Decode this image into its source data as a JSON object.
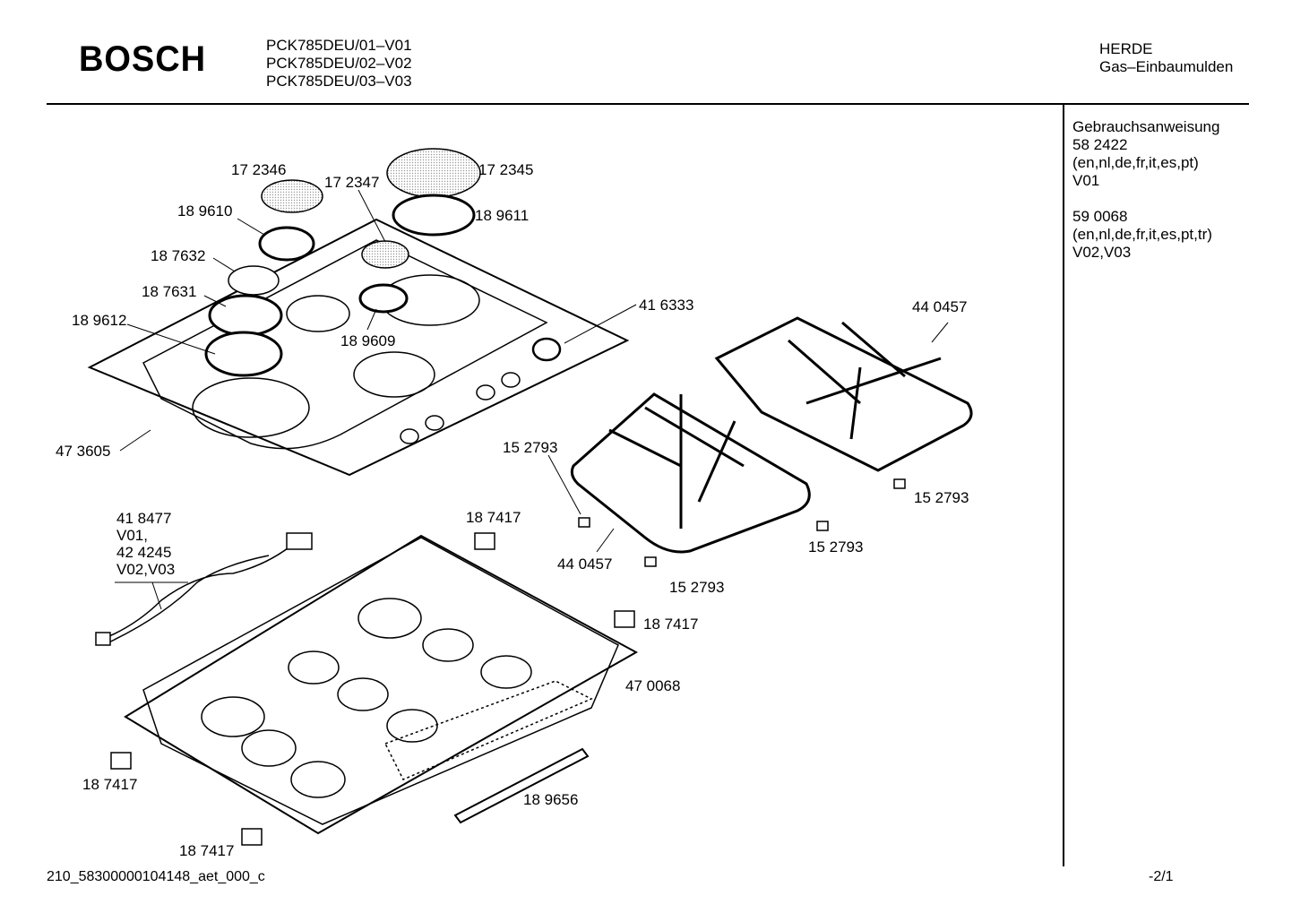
{
  "header": {
    "brand": "BOSCH",
    "models": [
      "PCK785DEU/01–V01",
      "PCK785DEU/02–V02",
      "PCK785DEU/03–V03"
    ],
    "category": [
      "HERDE",
      "Gas–Einbaumulden"
    ]
  },
  "manual": {
    "title": "Gebrauchsanweisung",
    "entries": [
      {
        "number": "58 2422",
        "languages": "(en,nl,de,fr,it,es,pt)",
        "versions": "V01"
      },
      {
        "number": "59 0068",
        "languages": "(en,nl,de,fr,it,es,pt,tr)",
        "versions": "V02,V03"
      }
    ]
  },
  "parts": [
    "17 2346",
    "17 2347",
    "17 2345",
    "18 9610",
    "18 9611",
    "18 7632",
    "18 7631",
    "18 9612",
    "18 9609",
    "41 6333",
    "44 0457",
    "47 3605",
    "15 2793",
    "15 2793",
    "15 2793",
    "15 2793",
    "44 0457",
    "18 7417",
    "18 7417",
    "47 0068",
    "18 7417",
    "18 9656",
    "18 7417"
  ],
  "cable_label": [
    "41 8477",
    "V01,",
    "42 4245",
    "V02,V03"
  ],
  "footer": {
    "doc_id": "210_58300000104148_aet_000_c",
    "page": "-2/1"
  }
}
